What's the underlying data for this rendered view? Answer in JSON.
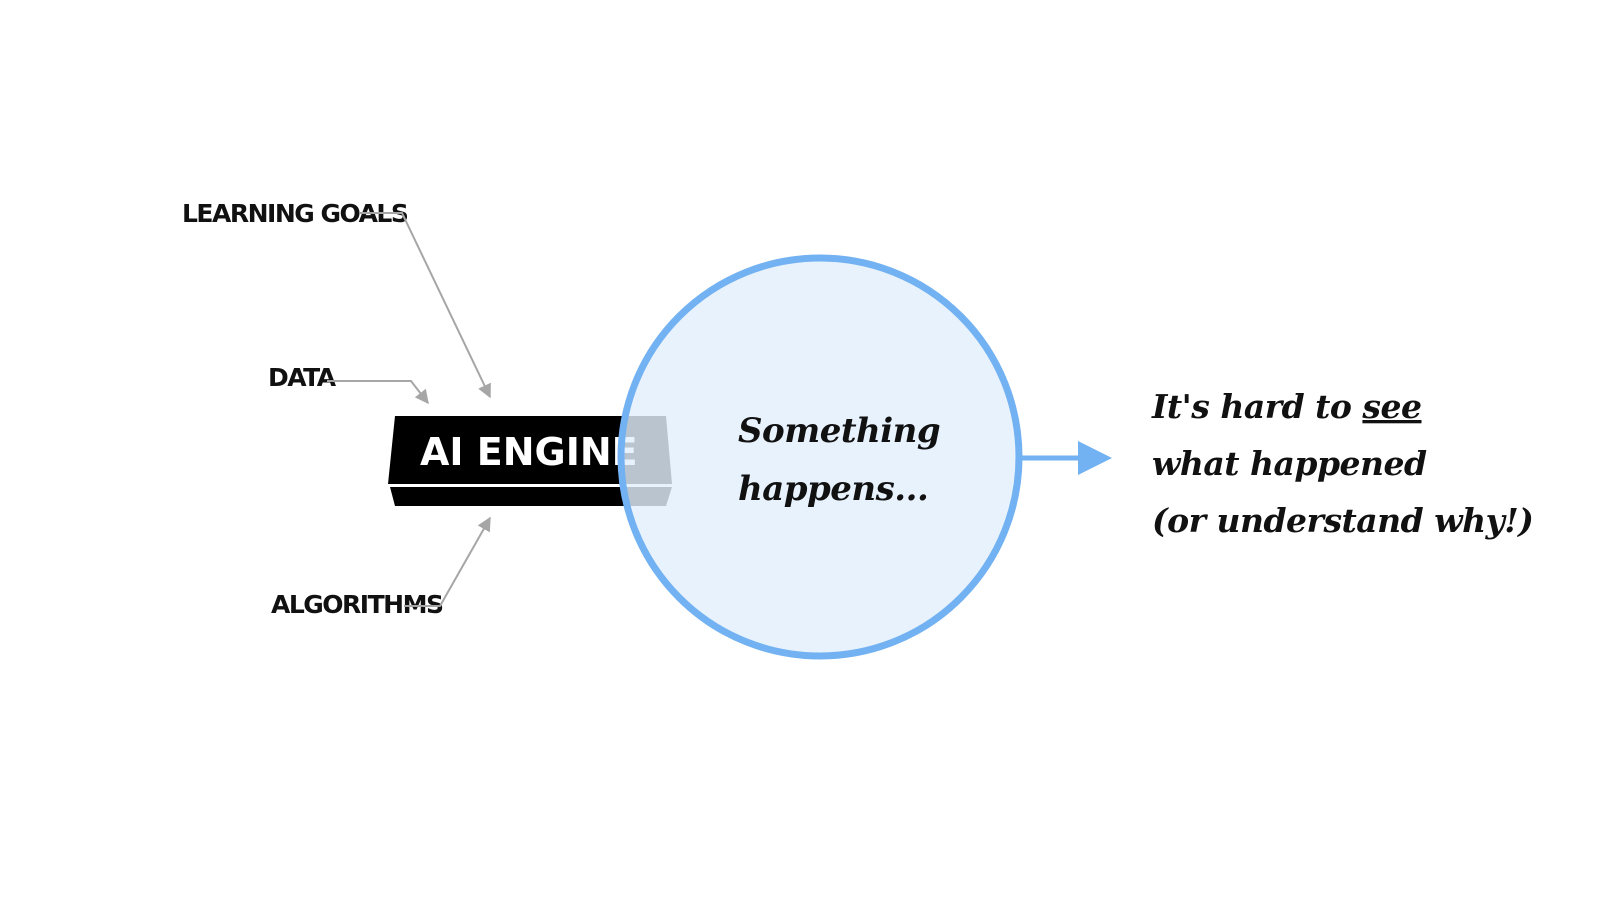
{
  "inputs": {
    "learning_goals": "LEARNING GOALS",
    "data": "DATA",
    "algorithms": "ALGORITHMS"
  },
  "engine": {
    "label": "AI ENGINE"
  },
  "bubble": {
    "line1": "Something",
    "line2": "happens..."
  },
  "result": {
    "line1_prefix": "It's hard to ",
    "line1_emphasis": "see",
    "line2": "what happened",
    "line3": "(or understand why!)"
  },
  "colors": {
    "bubble_fill": "#e3effc",
    "bubble_stroke": "#72b1f2",
    "engine_fill": "#000000",
    "connector": "#a6a6a6",
    "text": "#111111"
  }
}
